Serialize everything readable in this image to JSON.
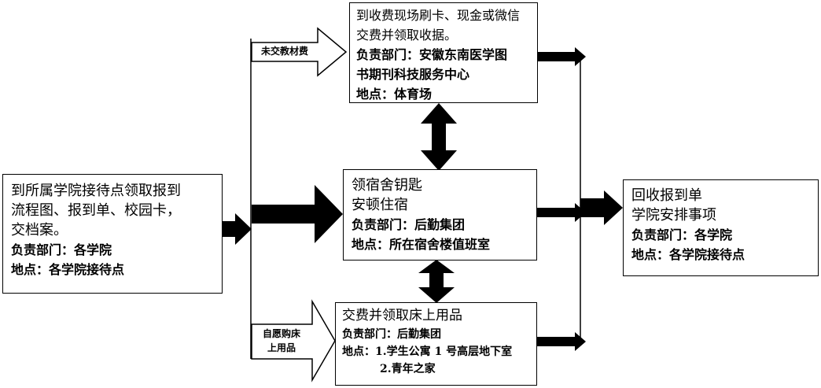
{
  "start": {
    "line1": "到所属学院接待点领取报到",
    "line2": "流程图、报到单、校园卡，",
    "line3": "交档案。",
    "dept": "负责部门：各学院",
    "place": "地点：各学院接待点"
  },
  "fee_box": {
    "line1": "到收费现场刷卡、现金或微信",
    "line2": "交费并领取收据。",
    "dept1": "负责部门：安徽东南医学图",
    "dept2": "书期刊科技服务中心",
    "place": "地点：体育场"
  },
  "dorm_box": {
    "line1": "领宿舍钥匙",
    "line2": "安顿住宿",
    "dept": "负责部门：后勤集团",
    "place": "地点：所在宿舍楼值班室"
  },
  "bedding_box": {
    "line1": "交费并领取床上用品",
    "dept": "负责部门：后勤集团",
    "place1": "地点：1.学生公寓 1 号高层地下室",
    "place2": "2.青年之家"
  },
  "end_box": {
    "line1": "回收报到单",
    "line2": "学院安排事项",
    "dept": "负责部门：各学院",
    "place": "地点：各学院接待点"
  },
  "labels": {
    "unpaid": "未交教材费",
    "optional1": "自愿购床",
    "optional2": "上用品"
  }
}
